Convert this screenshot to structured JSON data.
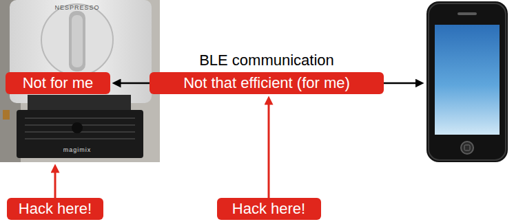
{
  "diagram": {
    "nodes": [
      {
        "text": [
          "NESPRESSO",
          "magimix"
        ]
      },
      {
        "text": [
          "Not for me"
        ],
        "in": 0
      },
      {
        "text": [
          "Not that efficient (for me)"
        ]
      },
      {
        "text": [
          "Hack here!"
        ]
      },
      {
        "text": [
          "Hack here!"
        ]
      }
    ],
    "edges": [
      {
        "from": 2,
        "to": 1,
        "arrow": "to"
      },
      {
        "from": 3,
        "to": 0,
        "arrow": "to"
      },
      {
        "from": 4,
        "to": 2,
        "arrow": "to"
      }
    ],
    "labels": [
      "BLE communication"
    ]
  }
}
